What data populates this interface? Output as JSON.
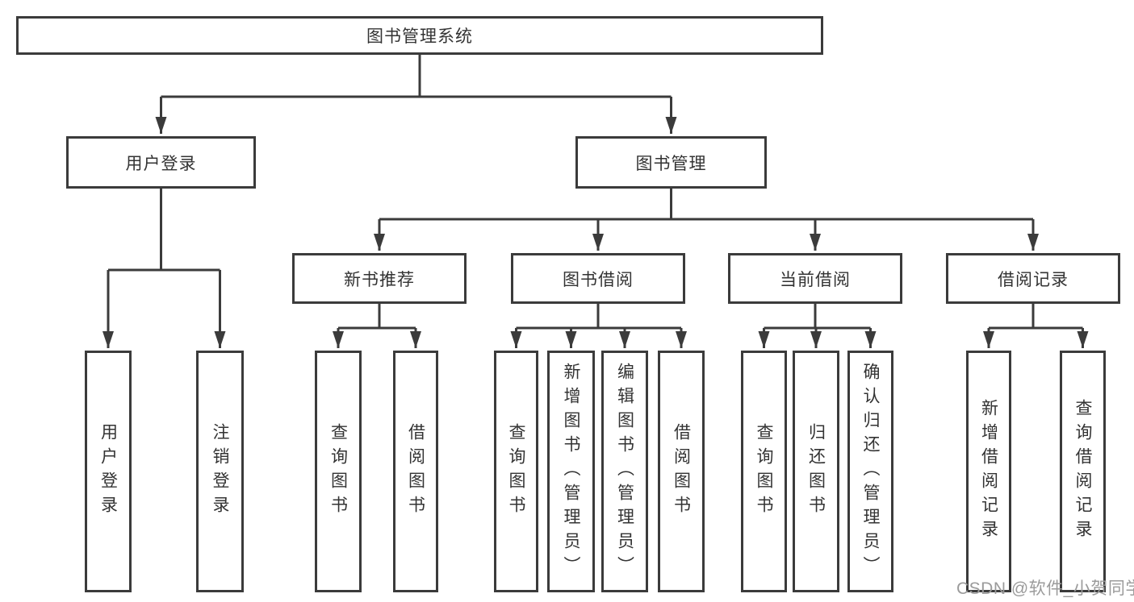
{
  "root": {
    "label": "图书管理系统"
  },
  "level2": [
    {
      "label": "用户登录"
    },
    {
      "label": "图书管理"
    }
  ],
  "level3": [
    {
      "label": "新书推荐"
    },
    {
      "label": "图书借阅"
    },
    {
      "label": "当前借阅"
    },
    {
      "label": "借阅记录"
    }
  ],
  "leaves": {
    "user_login": "用户登录",
    "logout": "注销登录",
    "rec_query_book": "查询图书",
    "rec_borrow_book": "借阅图书",
    "bb_query_book": "查询图书",
    "bb_add_book": "新增图书（管理员）",
    "bb_edit_book": "编辑图书（管理员）",
    "bb_borrow_book": "借阅图书",
    "cb_query_book": "查询图书",
    "cb_return_book": "归还图书",
    "cb_confirm_return": "确认归还（管理员）",
    "br_add_record": "新增借阅记录",
    "br_query_record": "查询借阅记录"
  },
  "watermark": {
    "text": "CSDN @软件_小贺同学"
  },
  "colors": {
    "line": "#3b3b3b",
    "text": "#333333",
    "background": "#ffffff",
    "watermark": "#9b9b9b"
  }
}
